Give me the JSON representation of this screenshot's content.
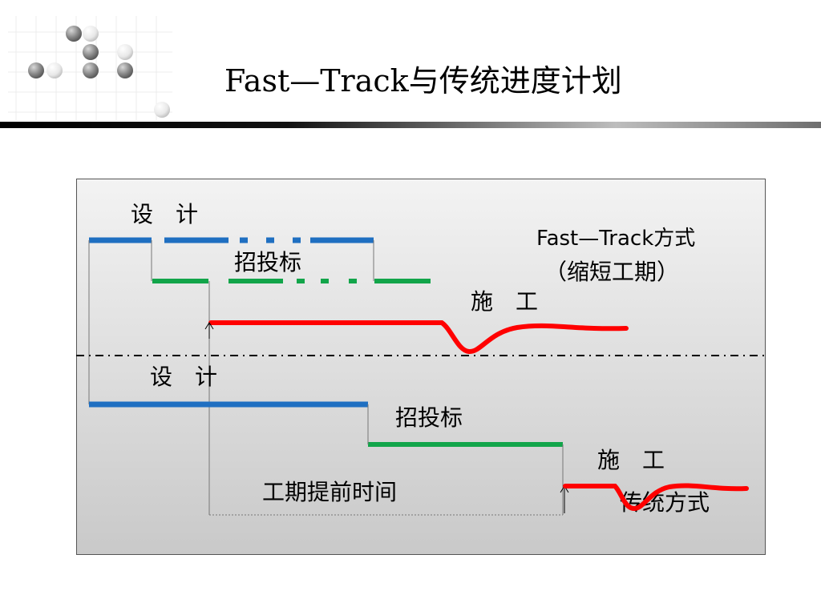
{
  "slide": {
    "title": "Fast—Track与传统进度计划"
  },
  "diagram": {
    "fast_track": {
      "design_label": "设　计",
      "bid_label": "招投标",
      "construction_label": "施　工",
      "method_label": "Fast—Track方式",
      "method_note": "（缩短工期）"
    },
    "traditional": {
      "design_label": "设　计",
      "bid_label": "招投标",
      "construction_label": "施　工",
      "method_label": "传统方式"
    },
    "time_saved_label": "工期提前时间",
    "colors": {
      "design": "#1f6fc1",
      "bid": "#12a54a",
      "construction": "#ff0000",
      "panel_top": "#f3f3f3",
      "panel_bottom": "#c9c9c9"
    }
  }
}
